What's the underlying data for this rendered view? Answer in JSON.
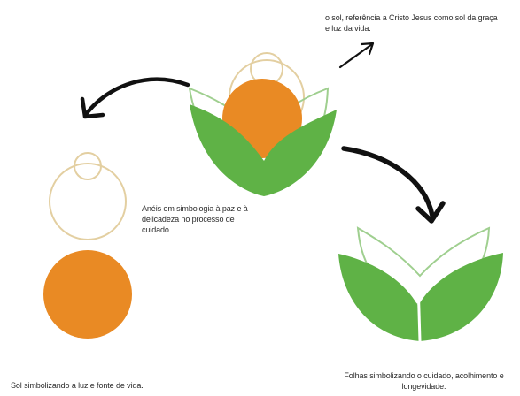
{
  "annotations": {
    "sun_reference": "o sol, referência a Cristo Jesus como sol da graça e luz da vida.",
    "rings": "Anéis em simbologia à paz e à delicadeza no processo de cuidado",
    "sun": "Sol simbolizando a luz e fonte de vida.",
    "leaves": "Folhas simbolizando o cuidado, acolhimento e longevidade."
  },
  "colors": {
    "leaf_green": "#5fb246",
    "sun_orange": "#e98a24",
    "ring_gold": "#e3cfa1",
    "outline_green": "#9fcf8f",
    "arrow": "#111111"
  }
}
